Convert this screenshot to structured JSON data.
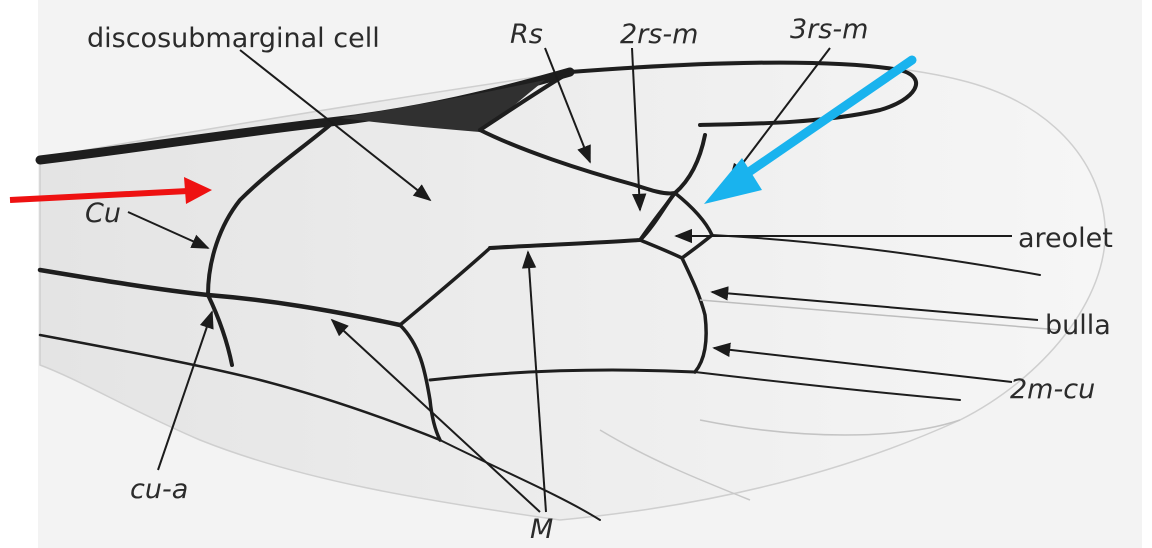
{
  "labels": {
    "discosubmarginal_cell": "discosubmarginal cell",
    "rs": "Rs",
    "rs2m": "2rs-m",
    "rs3m": "3rs-m",
    "cu": "Cu",
    "areolet": "areolet",
    "bulla": "bulla",
    "m2cu": "2m-cu",
    "cua": "cu-a",
    "m": "M"
  },
  "highlight_arrows": [
    {
      "name": "red-arrow",
      "color": "#ee1111"
    },
    {
      "name": "blue-arrow",
      "color": "#19b3ee"
    }
  ],
  "colors": {
    "wing_membrane": "#ececec",
    "vein": "#1e1e1e"
  }
}
